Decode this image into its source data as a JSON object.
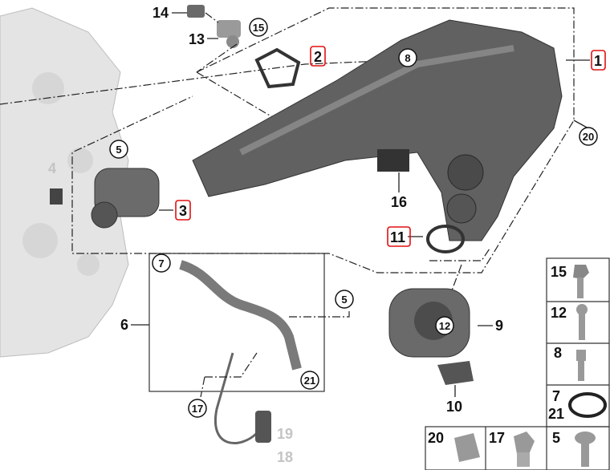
{
  "diagram": {
    "callouts": {
      "p1": "1",
      "p2": "2",
      "p3": "3",
      "p4": "4",
      "p5a": "5",
      "p5b": "5",
      "p6": "6",
      "p7": "7",
      "p8": "8",
      "p9": "9",
      "p10": "10",
      "p11": "11",
      "p12": "12",
      "p13": "13",
      "p14": "14",
      "p15": "15",
      "p16": "16",
      "p17": "17",
      "p18": "18",
      "p19": "19",
      "p20": "20",
      "p21": "21"
    },
    "parts_table": {
      "r15": "15",
      "r12": "12",
      "r8": "8",
      "r7": "7",
      "r21": "21",
      "r20": "20",
      "r17": "17",
      "r5": "5"
    },
    "colors": {
      "highlight": "#e01010",
      "inactive": "#c4c4c4",
      "part": "#5a5a5a"
    }
  }
}
